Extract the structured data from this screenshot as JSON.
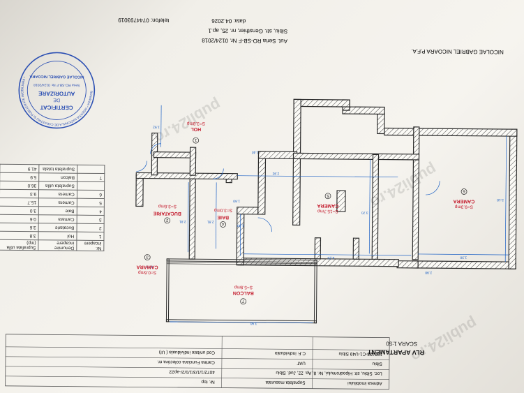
{
  "header": {
    "company": "NICOLAE GABRIEL NICOARA P.F.A.",
    "authorization": "Aut. Seria RO-SB-F Nr. 0124/2018",
    "address": "Sibiu, str. Gensthier, nr. 25, ap.1",
    "phone": "telefon: 0744793019",
    "date": "data: 04.2026"
  },
  "stamp": {
    "line1": "CERTIFICAT",
    "line2": "DE",
    "line3": "AUTORIZARE",
    "series": "Seria RO-SB-F Nr. 0124/2018",
    "name": "NICOLAE GABRIEL NICOARA",
    "ring": "ROMANIA * AGENTIA NATIONALA DE CADASTRU SI PUBLICITATE IMOBILIARA *"
  },
  "surface_table": {
    "headers": [
      "Nr. incapere",
      "Denumire incapere",
      "Suprafata utila (mp)"
    ],
    "rows": [
      [
        "1",
        "Hol",
        "3.8"
      ],
      [
        "2",
        "Bucatarie",
        "3.6"
      ],
      [
        "3",
        "Camara",
        "0.6"
      ],
      [
        "4",
        "Baie",
        "3.0"
      ],
      [
        "5",
        "Camera",
        "15.7"
      ],
      [
        "6",
        "Camera",
        "9.3"
      ]
    ],
    "useful_label": "Suprafata utila",
    "useful_value": "36.0",
    "balcony_no": "7",
    "balcony_label": "Balcon",
    "balcony_value": "5.9",
    "total_label": "Suprafata totala",
    "total_value": "41.9"
  },
  "plan": {
    "rooms": [
      {
        "num": "1",
        "name": "HOL",
        "area": "S=3.8mp"
      },
      {
        "num": "2",
        "name": "BUCATARIE",
        "area": "S=3.6mp"
      },
      {
        "num": "3",
        "name": "CAMARA",
        "area": "S=0.6mp"
      },
      {
        "num": "4",
        "name": "BAIE",
        "area": "S=3.0mp"
      },
      {
        "num": "5",
        "name": "CAMERA",
        "area": "S=15.7mp"
      },
      {
        "num": "6",
        "name": "CAMERA",
        "area": "S=9.3mp"
      },
      {
        "num": "7",
        "name": "BALCON",
        "area": "S=5.9mp"
      }
    ],
    "dims": [
      "1.40",
      "4.25",
      "2.98",
      "2.92",
      "1.30",
      "1.30",
      "2.81",
      "2.81",
      "3.70",
      "3.18",
      "1.92",
      "0.75",
      "3.90",
      "1.60"
    ]
  },
  "title": {
    "main": "RLV APARTAMENT",
    "scale": "SCARA 1:50"
  },
  "info": {
    "h_nr_top": "Nr. top",
    "h_surface": "Suprafata masurata",
    "h_address": "Adresa imobilului",
    "v_top": "4072/1/1/3/1/1/2/-ap22",
    "v_address": "Loc. Sibiu, str. Hipodromului, Nr. 8, Ap. 22, Jud. Sibiu",
    "l_cf": "Cartea Funciara colectiva nr.",
    "l_uat": "UAT",
    "v_uat": "Sibiu",
    "l_cod": "Cod unitate individuala ( UI)",
    "l_cf_ind": "C.F. individuala",
    "v_cf_ind": "102423-C1-U49 Sibiu"
  },
  "watermark": "publi24.ro",
  "colors": {
    "dimension": "#1a5fc4",
    "room_label": "#c3182a",
    "stamp": "#2b4fb3"
  }
}
